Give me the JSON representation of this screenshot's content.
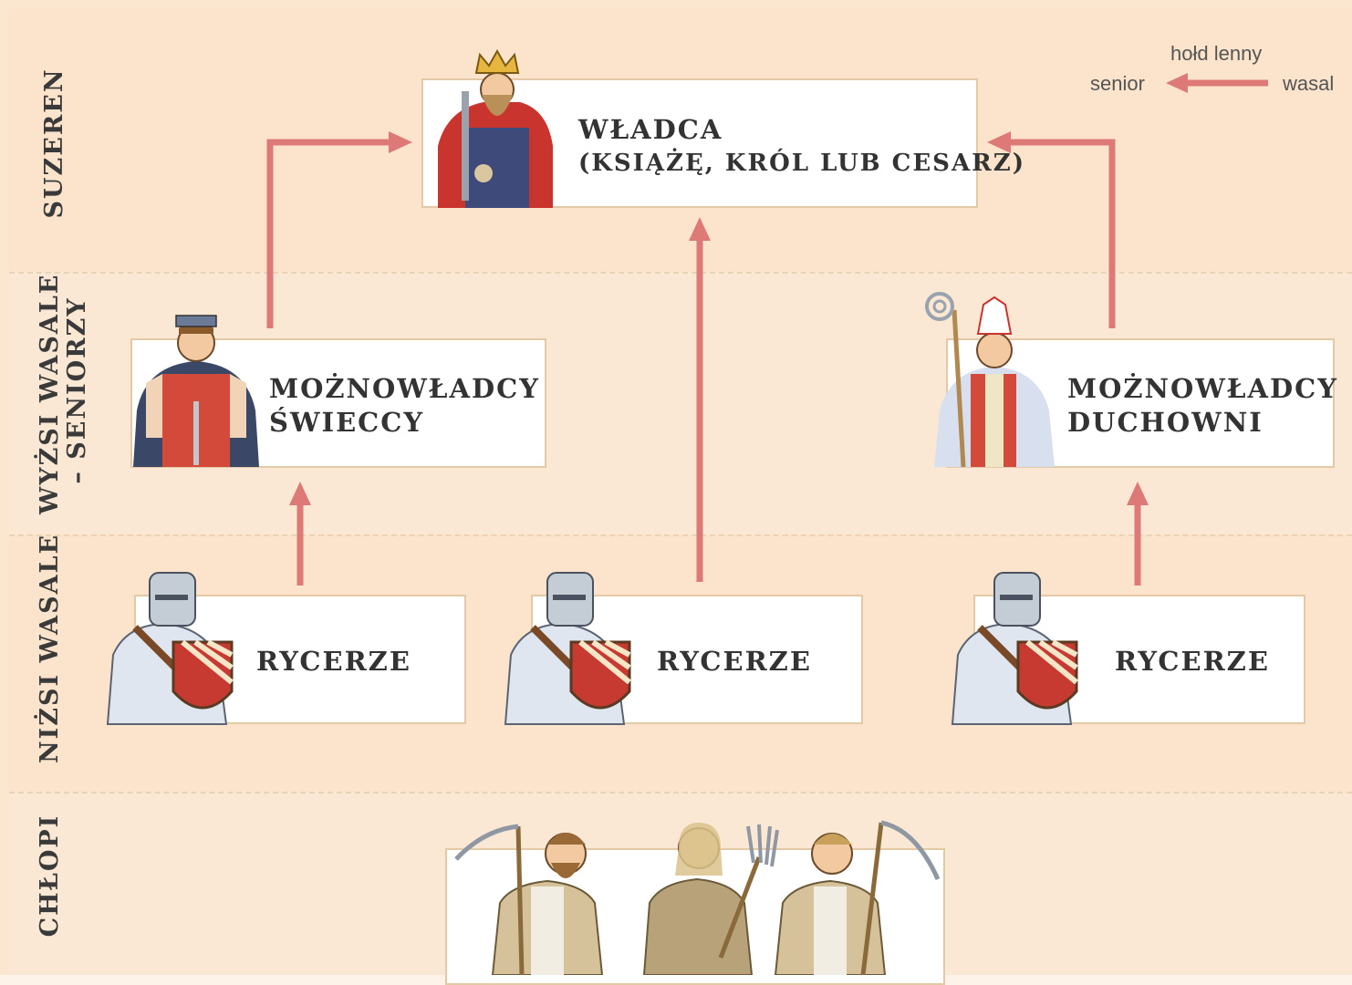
{
  "rows": {
    "suzeren": "SUZEREN",
    "wyzsi_line1": "WYŻSI WASALE",
    "wyzsi_line2": "– SENIORZY",
    "nizsi": "NIŻSI WASALE",
    "chlopi": "CHŁOPI"
  },
  "legend": {
    "title": "hołd lenny",
    "left": "senior",
    "right": "wasal"
  },
  "nodes": {
    "wladca_line1": "WŁADCA",
    "wladca_line2": "(KSIĄŻĘ, KRÓL LUB CESARZ)",
    "swieccy_line1": "MOŻNOWŁADCY",
    "swieccy_line2": "ŚWIECCY",
    "duchowni_line1": "MOŻNOWŁADCY",
    "duchowni_line2": "DUCHOWNI",
    "rycerze_1": "RYCERZE",
    "rycerze_2": "RYCERZE",
    "rycerze_3": "RYCERZE"
  },
  "colors": {
    "arrow": "#dd7a78",
    "band_light": "#fbe6cf",
    "band_dark": "#f8e1c6",
    "box_border": "#e4c9a6"
  }
}
